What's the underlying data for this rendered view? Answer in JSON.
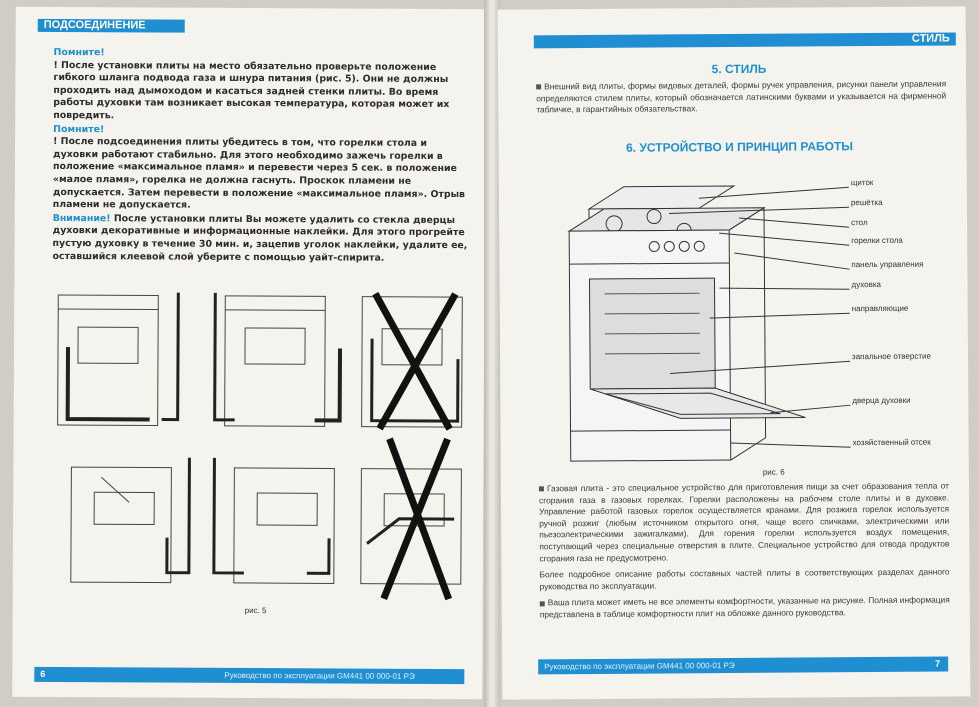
{
  "left_page": {
    "header": "ПОДСОЕДИНЕНИЕ",
    "blocks": [
      {
        "label": "Помните!",
        "text": "! После установки плиты на место обязательно проверьте положение гибкого шланга подвода газа и шнура питания (рис. 5). Они не должны проходить над дымоходом и касаться задней стенки плиты. Во время работы духовки там возникает высокая температура, которая может их повредить."
      },
      {
        "label": "Помните!",
        "text": "! После подсоединения плиты убедитесь в том, что горелки стола и духовки работают стабильно. Для этого необходимо зажечь горелки в положение «максимальное пламя» и перевести через 5 сек. в положение «малое пламя», горелка не должна гаснуть. Проскок пламени не допускается. Затем перевести в положение «максимальное пламя». Отрыв пламени не допускается."
      },
      {
        "label": "Внимание!",
        "text": " После установки плиты Вы можете удалить со стекла дверцы духовки декоративные и информационные наклейки. Для этого прогрейте пустую духовку в течение 30 мин. и, зацепив уголок наклейки, удалите ее, оставшийся клеевой слой уберите с помощью уайт-спирита."
      }
    ],
    "figure_caption": "рис. 5",
    "footer_page": "6",
    "footer_text": "Руководство по эксплуатации GM441 00 000-01 РЭ"
  },
  "right_page": {
    "header": "СТИЛЬ",
    "section5_title": "5. СТИЛЬ",
    "section5_text": "Внешний вид плиты, формы видовых деталей, формы ручек управления, рисунки панели управления определяются стилем плиты, который обозначается латинскими буквами и указывается на фирменной табличке, в гарантийных обязательствах.",
    "section6_title": "6. УСТРОЙСТВО И ПРИНЦИП РАБОТЫ",
    "figure_labels": [
      "щиток",
      "решётка",
      "стол",
      "горелки стола",
      "панель управления",
      "духовка",
      "направляющие",
      "запальное отверстие",
      "дверца духовки",
      "хозяйственный отсек"
    ],
    "figure_caption": "рис. 6",
    "paragraph1": "Газовая плита - это специальное устройство для приготовления пищи за счет образования тепла от сгорания газа в газовых горелках. Горелки расположены на рабочем столе плиты и в духовке. Управление работой газовых горелок осуществляется кранами. Для розжига горелок используется ручной розжиг (любым источником открытого огня, чаще всего спичками, электрическими или пьезоэлектрическими зажигалками). Для горения горелки используется воздух помещения, поступающий через специальные отверстия в плите. Специальное устройство для отвода продуктов сгорания газа не предусмотрено.",
    "paragraph2": "Более подробное описание работы составных частей плиты в соответствующих разделах данного руководства по эксплуатации.",
    "paragraph3": "Ваша плита может иметь не все элементы комфортности, указанные на рисунке. Полная информация представлена в таблице комфортности плит на обложке данного руководства.",
    "footer_text": "Руководство по эксплуатации GM441 00 000-01 РЭ",
    "footer_page": "7"
  },
  "colors": {
    "accent": "#1f8fd2",
    "paper": "#f4f3ee"
  }
}
